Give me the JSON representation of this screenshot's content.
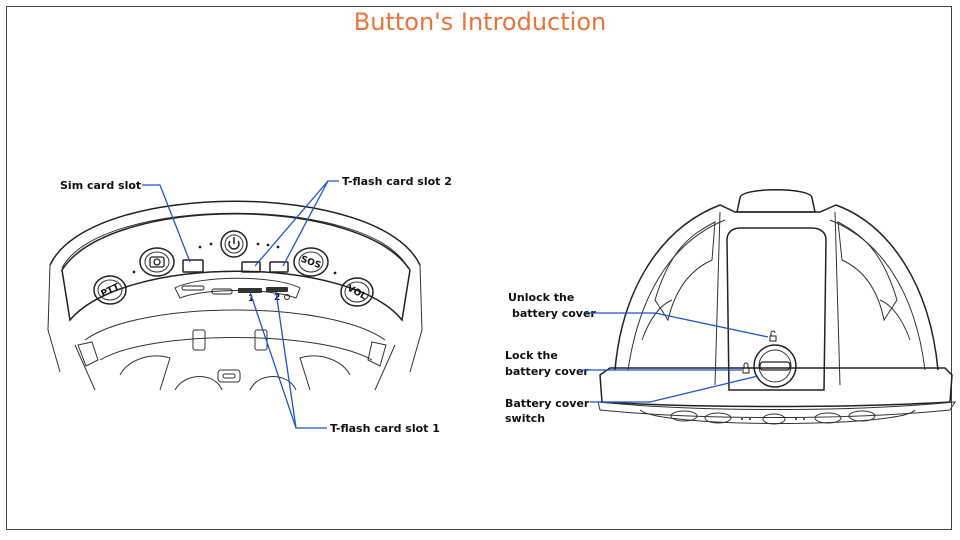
{
  "title": "Button's Introduction",
  "colors": {
    "title": "#e8743b",
    "leader_lines": "#1f55c9",
    "border": "#444444"
  },
  "left_diagram": {
    "labels": {
      "sim_card_slot": "Sim card slot",
      "tflash_slot_2": "T-flash card slot 2",
      "tflash_slot_1": "T-flash card slot 1"
    },
    "buttons": {
      "ptt": "PTT",
      "sos": "SOS",
      "vol": "VOL"
    },
    "slot_numbers": {
      "one": "1",
      "two": "2"
    }
  },
  "right_diagram": {
    "labels": {
      "unlock_line1": "Unlock the",
      "unlock_line2": "battery cover",
      "lock_line1": "Lock the",
      "lock_line2": "battery cover",
      "switch_line1": "Battery cover",
      "switch_line2": "switch"
    }
  }
}
